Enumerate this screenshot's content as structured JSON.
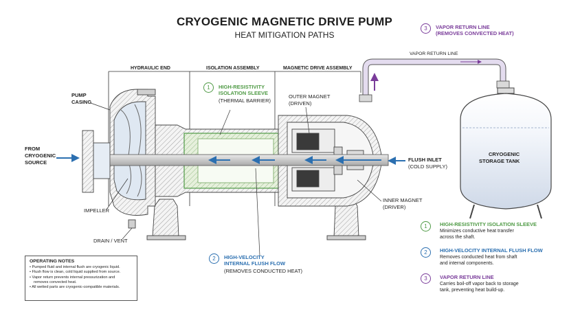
{
  "title": "CRYOGENIC MAGNETIC DRIVE PUMP",
  "subtitle": "HEAT MITIGATION PATHS",
  "sections": {
    "hydraulic_end": "HYDRAULIC END",
    "isolation_assembly": "ISOLATION ASSEMBLY",
    "magnetic_drive_assembly": "MAGNETIC DRIVE ASSEMBLY"
  },
  "labels": {
    "pump_casing": [
      "PUMP",
      "CASING"
    ],
    "from_source": [
      "FROM",
      "CRYOGENIC",
      "SOURCE"
    ],
    "impeller": "IMPELLER",
    "drain_vent": "DRAIN / VENT",
    "outer_magnet": [
      "OUTER MAGNET",
      "(DRIVEN)"
    ],
    "inner_magnet": [
      "INNER MAGNET",
      "(DRIVER)"
    ],
    "flush_inlet": [
      "FLUSH INLET",
      "(COLD SUPPLY)"
    ],
    "storage_tank": [
      "CRYOGENIC",
      "STORAGE TANK"
    ],
    "vapor_return_line": "VAPOR RETURN LINE"
  },
  "callouts": {
    "c1": {
      "num": "1",
      "lines": [
        "HIGH-RESISTIVITY",
        "ISOLATION SLEEVE"
      ],
      "sub": "(THERMAL BARRIER)"
    },
    "c2": {
      "num": "2",
      "lines": [
        "HIGH-VELOCITY",
        "INTERNAL FLUSH FLOW"
      ],
      "sub": "(REMOVES CONDUCTED HEAT)"
    },
    "c3": {
      "num": "3",
      "lines": [
        "VAPOR RETURN LINE",
        "(REMOVES CONVECTED HEAT)"
      ]
    }
  },
  "legend": [
    {
      "num": "1",
      "title": "HIGH-RESISTIVITY ISOLATION SLEEVE",
      "desc": [
        "Minimizes conductive heat transfer",
        "across the shaft."
      ]
    },
    {
      "num": "2",
      "title": "HIGH-VELOCITY INTERNAL FLUSH FLOW",
      "desc": [
        "Removes conducted heat from shaft",
        "and internal components."
      ]
    },
    {
      "num": "3",
      "title": "VAPOR RETURN LINE",
      "desc": [
        "Carries boil-off vapor back to storage",
        "tank, preventing heat build-up."
      ]
    }
  ],
  "notes": {
    "heading": "OPERATING NOTES",
    "items": [
      "Pumped fluid and internal flush are cryogenic liquid.",
      "Flush flow is clean, cold liquid supplied from source.",
      "Vapor return prevents internal pressurization and",
      "removes convected heat.",
      "All wetted parts are cryogenic-compatible materials."
    ]
  },
  "colors": {
    "green": "#4f9a45",
    "blue": "#2b6fb0",
    "purple": "#7a3c9a",
    "line": "#333333"
  }
}
